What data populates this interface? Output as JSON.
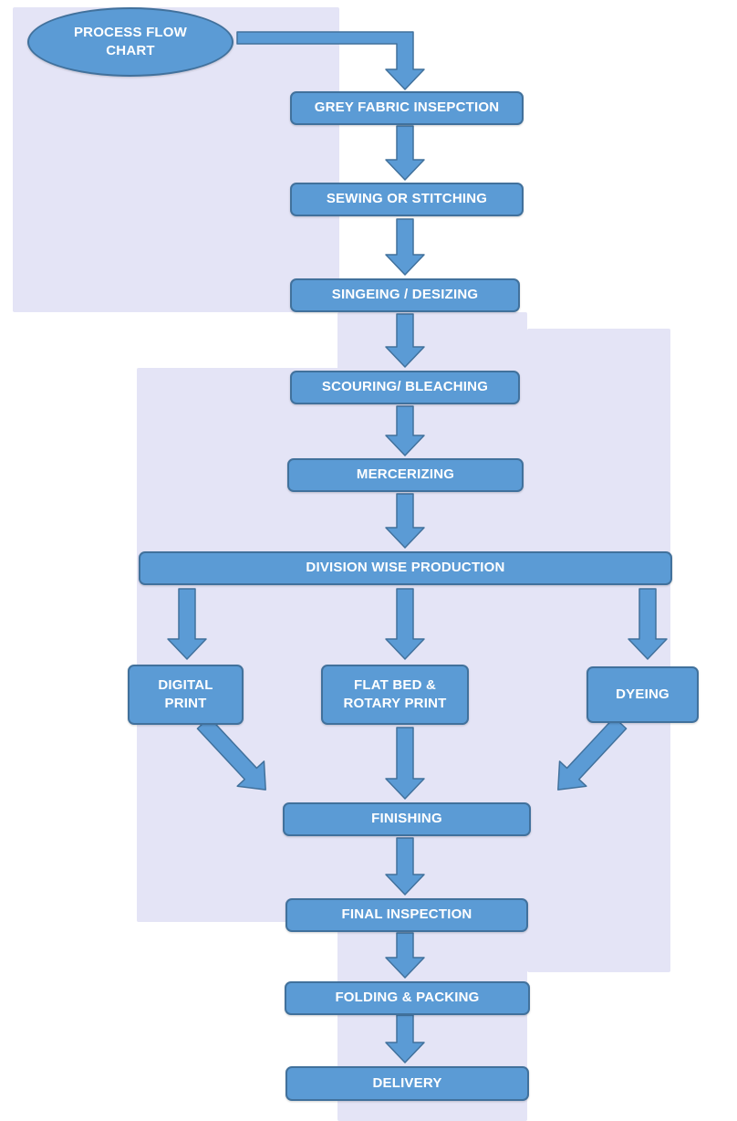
{
  "flowchart": {
    "start": {
      "label": "PROCESS FLOW CHART",
      "line1": "PROCESS FLOW",
      "line2": "CHART"
    },
    "nodes": [
      {
        "id": "grey-fabric-inspection",
        "label": "GREY FABRIC INSEPCTION"
      },
      {
        "id": "sewing-or-stitching",
        "label": "SEWING OR STITCHING"
      },
      {
        "id": "singeing-desizing",
        "label": "SINGEING / DESIZING"
      },
      {
        "id": "scouring-bleaching",
        "label": "SCOURING/ BLEACHING"
      },
      {
        "id": "mercerizing",
        "label": "MERCERIZING"
      },
      {
        "id": "division-wise-production",
        "label": "DIVISION WISE PRODUCTION"
      },
      {
        "id": "digital-print",
        "label": "DIGITAL PRINT",
        "line1": "DIGITAL",
        "line2": "PRINT"
      },
      {
        "id": "flat-bed-rotary-print",
        "label": "FLAT BED & ROTARY PRINT",
        "line1": "FLAT BED &",
        "line2": "ROTARY PRINT"
      },
      {
        "id": "dyeing",
        "label": "DYEING"
      },
      {
        "id": "finishing",
        "label": "FINISHING"
      },
      {
        "id": "final-inspection",
        "label": "FINAL INSPECTION"
      },
      {
        "id": "folding-packing",
        "label": "FOLDING & PACKING"
      },
      {
        "id": "delivery",
        "label": "DELIVERY"
      }
    ],
    "colors": {
      "node_fill": "#5B9BD5",
      "node_border": "#41719C",
      "node_text": "#FFFFFF",
      "panel_background": "#E4E4F6",
      "page_background": "#FFFFFF"
    }
  }
}
